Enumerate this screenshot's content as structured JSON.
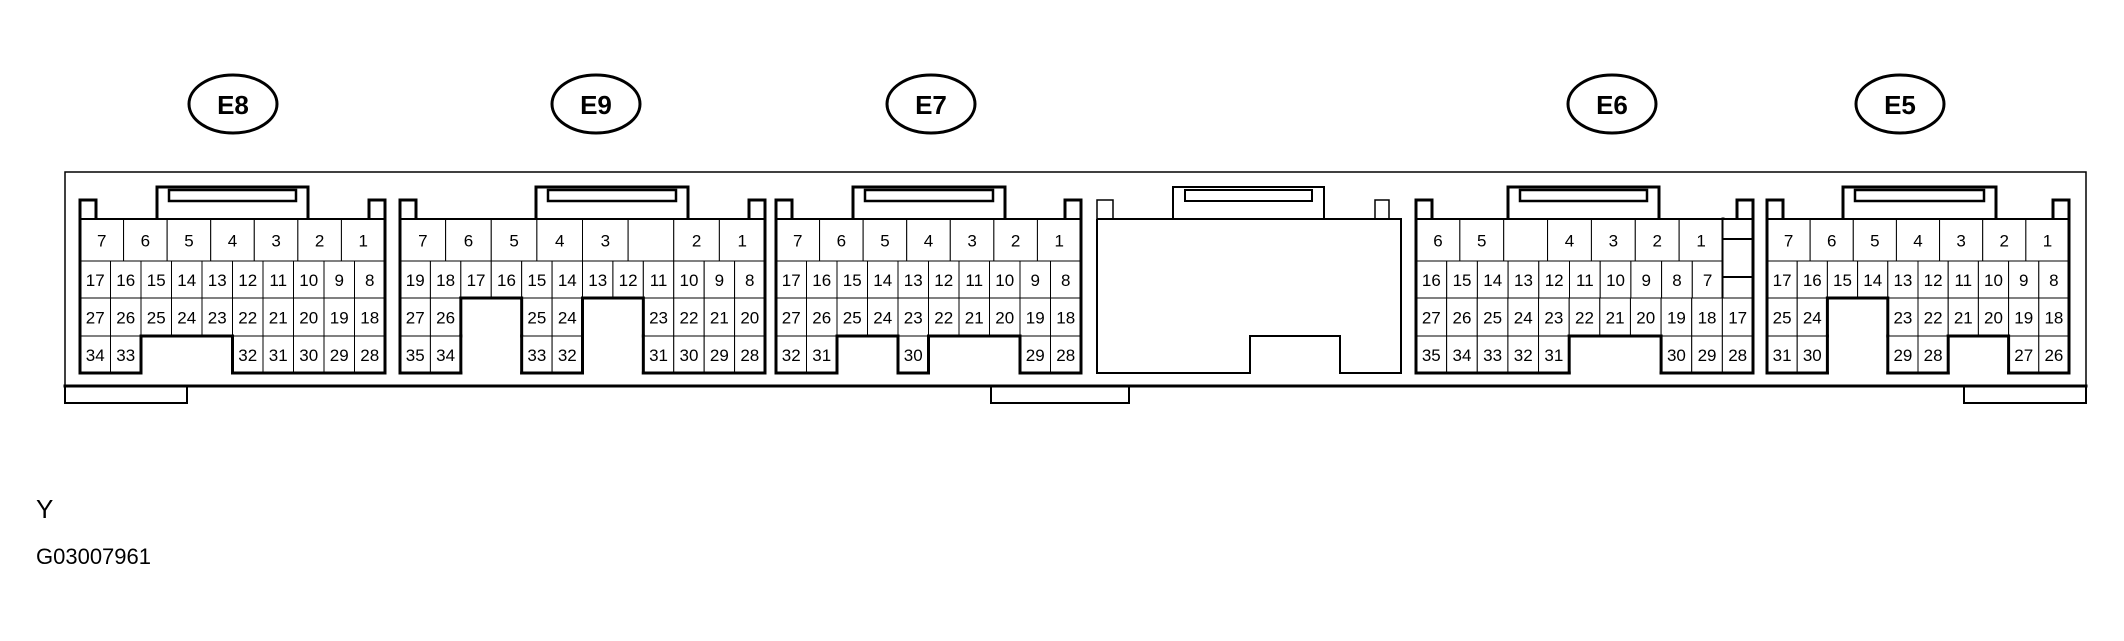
{
  "figure": {
    "view_label": "Y",
    "code": "G03007961",
    "line_color": "#000000",
    "background": "#ffffff"
  },
  "connectors": [
    {
      "id": "E8",
      "rows": [
        [
          "7",
          "6",
          "5",
          "4",
          "3",
          "2",
          "1"
        ],
        [
          "17",
          "16",
          "15",
          "14",
          "13",
          "12",
          "11",
          "10",
          "9",
          "8"
        ],
        [
          "27",
          "26",
          "25",
          "24",
          "23",
          "22",
          "21",
          "20",
          "19",
          "18"
        ],
        [
          "34",
          "33",
          null,
          null,
          null,
          "32",
          "31",
          "30",
          "29",
          "28"
        ]
      ]
    },
    {
      "id": "E9",
      "rows": [
        [
          "7",
          "6",
          "5",
          "4",
          "3",
          "",
          "2",
          "1"
        ],
        [
          "19",
          "18",
          "17",
          "16",
          "15",
          "14",
          "13",
          "12",
          "11",
          "10",
          "9",
          "8"
        ],
        [
          "27",
          "26",
          null,
          null,
          "25",
          "24",
          null,
          null,
          "23",
          "22",
          "21",
          "20"
        ],
        [
          "35",
          "34",
          null,
          null,
          "33",
          "32",
          null,
          null,
          "31",
          "30",
          "29",
          "28"
        ]
      ]
    },
    {
      "id": "E7",
      "rows": [
        [
          "7",
          "6",
          "5",
          "4",
          "3",
          "2",
          "1"
        ],
        [
          "17",
          "16",
          "15",
          "14",
          "13",
          "12",
          "11",
          "10",
          "9",
          "8"
        ],
        [
          "27",
          "26",
          "25",
          "24",
          "23",
          "22",
          "21",
          "20",
          "19",
          "18"
        ],
        [
          "32",
          "31",
          null,
          null,
          "30",
          null,
          null,
          null,
          "29",
          "28"
        ]
      ]
    },
    {
      "id": "E6",
      "rows": [
        [
          "6",
          "5",
          "",
          "4",
          "3",
          "2",
          "1"
        ],
        [
          "16",
          "15",
          "14",
          "13",
          "12",
          "11",
          "10",
          "9",
          "8",
          "7"
        ],
        [
          "27",
          "26",
          "25",
          "24",
          "23",
          "22",
          "21",
          "20",
          "19",
          "18",
          "17"
        ],
        [
          "35",
          "34",
          "33",
          "32",
          "31",
          null,
          null,
          null,
          "30",
          "29",
          "28"
        ]
      ]
    },
    {
      "id": "E5",
      "rows": [
        [
          "7",
          "6",
          "5",
          "4",
          "3",
          "2",
          "1"
        ],
        [
          "17",
          "16",
          "15",
          "14",
          "13",
          "12",
          "11",
          "10",
          "9",
          "8"
        ],
        [
          "25",
          "24",
          null,
          null,
          "23",
          "22",
          "21",
          "20",
          "19",
          "18"
        ],
        [
          "31",
          "30",
          null,
          null,
          "29",
          "28",
          null,
          null,
          "27",
          "26"
        ]
      ]
    }
  ]
}
